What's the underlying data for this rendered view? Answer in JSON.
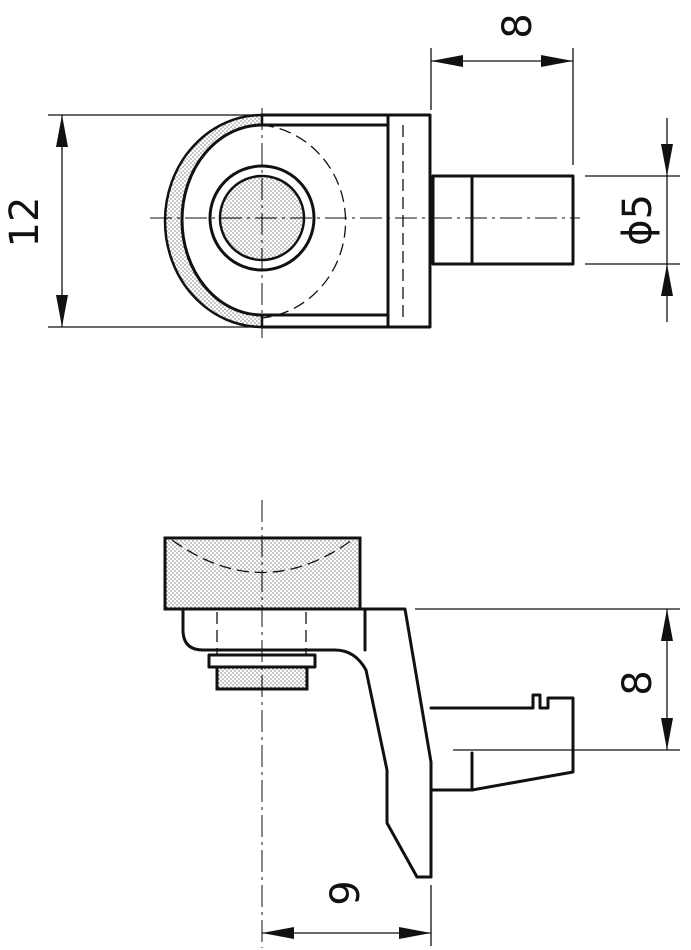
{
  "drawing": {
    "top_view": {
      "dim_length": "8",
      "dim_height": "12",
      "dim_diameter": "ϕ5"
    },
    "side_view": {
      "dim_height": "8",
      "dim_width": "9"
    }
  }
}
